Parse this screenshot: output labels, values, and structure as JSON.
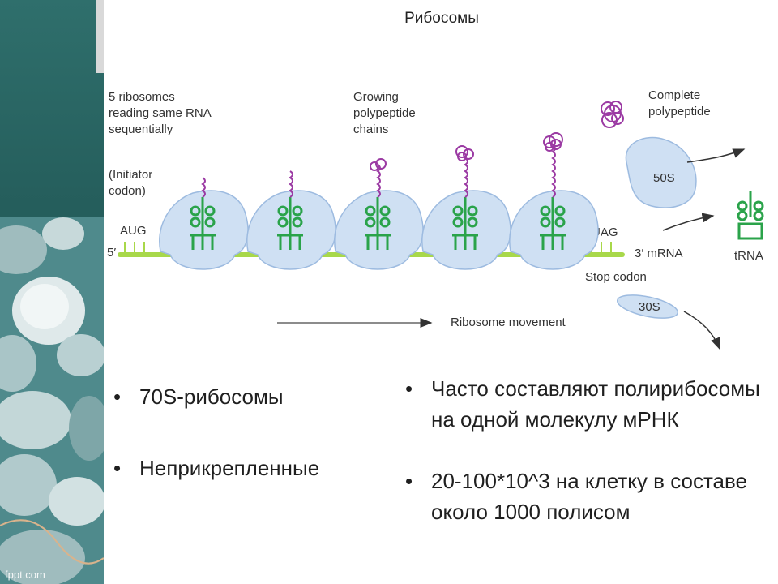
{
  "slide": {
    "title": "Рибосомы",
    "watermark": "fppt.com"
  },
  "diagram": {
    "labels": {
      "five_ribosomes": [
        "5 ribosomes",
        "reading same RNA",
        "sequentially"
      ],
      "growing": [
        "Growing",
        "polypeptide",
        "chains"
      ],
      "complete": [
        "Complete",
        "polypeptide"
      ],
      "initiator": [
        "(Initiator",
        "codon)"
      ],
      "aug": "AUG",
      "five_prime": "5′",
      "uag": "UAG",
      "three_prime": "3′ mRNA",
      "stop_codon": "Stop codon",
      "s50": "50S",
      "s30": "30S",
      "trna": "tRNA",
      "movement": "Ribosome movement"
    },
    "colors": {
      "ribosome_fill": "#cfe0f3",
      "ribosome_stroke": "#9dbbe0",
      "mrna": "#a8d84a",
      "trna": "#2aa34a",
      "polypeptide": "#9b3aa3"
    }
  },
  "bullets": {
    "left": [
      "70S-рибосомы",
      "Неприкрепленные"
    ],
    "right": [
      "Часто составляют полирибосомы на одной молекулу мРНК",
      "20-100*10^3 на клетку в составе около 1000 полисом"
    ]
  }
}
